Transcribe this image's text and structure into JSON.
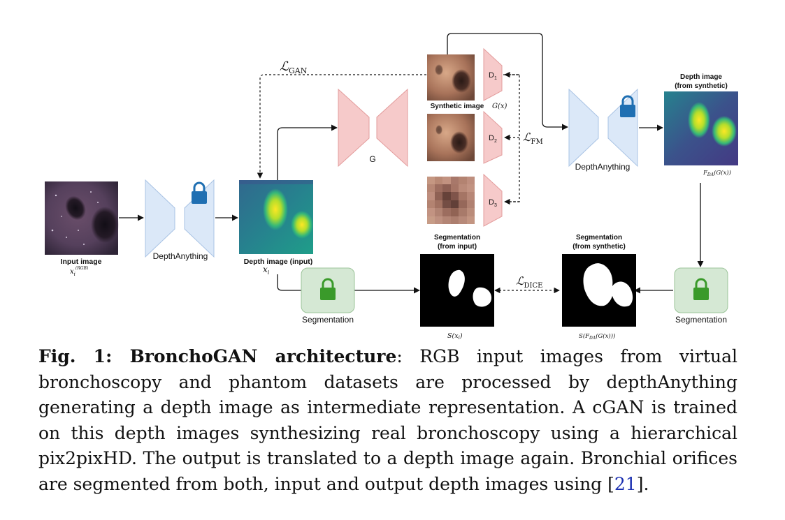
{
  "diagram": {
    "input_image_label": "Input image",
    "input_image_math": "x",
    "input_image_math_sub": "i",
    "input_image_math_sup": "(RGB)",
    "depth_anything_label": "DepthAnything",
    "depth_input_label": "Depth image (input)",
    "depth_input_math": "x",
    "depth_input_math_sub": "i",
    "generator_label": "G",
    "loss_gan": "ℒ",
    "loss_gan_sub": "GAN",
    "loss_fm": "ℒ",
    "loss_fm_sub": "FM",
    "loss_dice": "ℒ",
    "loss_dice_sub": "DICE",
    "synthetic_image_label": "Synthetic image",
    "synthetic_image_math": "G(x)",
    "discriminators": [
      {
        "label": "D",
        "sub": "1"
      },
      {
        "label": "D",
        "sub": "2"
      },
      {
        "label": "D",
        "sub": "3"
      }
    ],
    "depth_synthetic_label_line1": "Depth image",
    "depth_synthetic_label_line2": "(from synthetic)",
    "depth_synthetic_math": "F",
    "depth_synthetic_math_sub": "DA",
    "depth_synthetic_math_rest": "(G(x))",
    "segmentation_label": "Segmentation",
    "seg_input_label_line1": "Segmentation",
    "seg_input_label_line2": "(from input)",
    "seg_input_math": "S(x",
    "seg_input_math_sub": "i",
    "seg_input_math_rest": ")",
    "seg_synthetic_label_line1": "Segmentation",
    "seg_synthetic_label_line2": "(from synthetic)",
    "seg_synthetic_math": "S(F",
    "seg_synthetic_math_sub": "DA",
    "seg_synthetic_math_rest": "(G(x)))",
    "colors": {
      "depth_blue": "#dbe8f8",
      "depth_blue_stroke": "#a9c3e4",
      "gen_pink": "#f6caca",
      "gen_pink_stroke": "#e39c9c",
      "seg_green": "#d5e8d4",
      "seg_green_stroke": "#9cc49a",
      "lock_blue": "#1f6fb2",
      "lock_green": "#3a9a2a",
      "arrow": "#111111"
    }
  },
  "caption": {
    "fig_label": "Fig. 1",
    "title": "BronchoGAN architecture",
    "text_before_ref": ": RGB input images from virtual bronchoscopy and phantom datasets are processed by depthAnything generating a depth image as intermediate representation. A cGAN is trained on this depth images synthesizing real bronchoscopy using a hierarchical pix2pixHD. The output is translated to a depth image again. Bronchial orifices are segmented from both, input and output depth images using ",
    "ref_open": "[",
    "ref_number": "21",
    "ref_close": "]."
  }
}
